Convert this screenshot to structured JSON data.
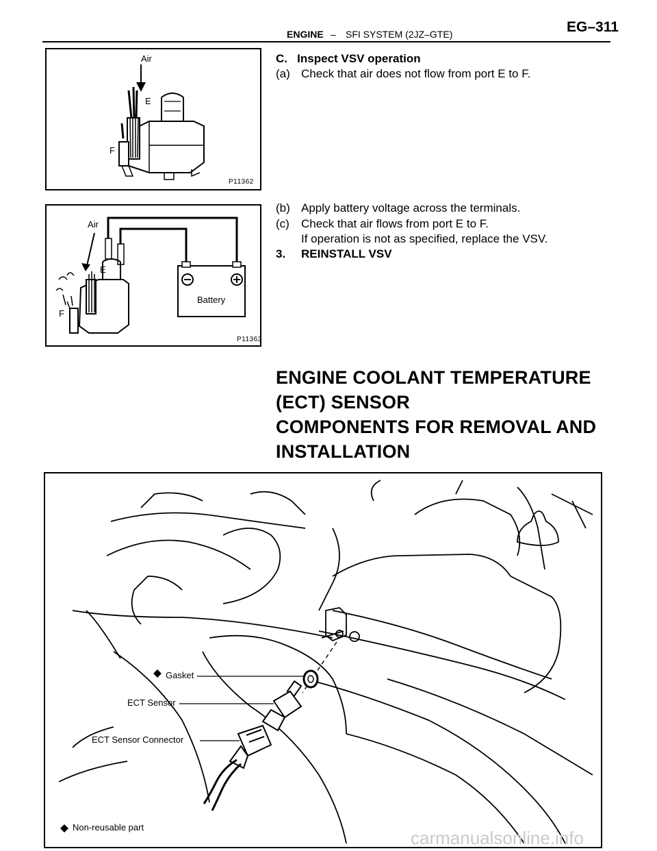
{
  "header": {
    "section": "ENGINE",
    "separator": "–",
    "subsection": "SFI SYSTEM (2JZ–GTE)",
    "page": "EG–311"
  },
  "figure1": {
    "code": "P11362",
    "labels": {
      "air": "Air",
      "port_e": "E",
      "port_f": "F"
    }
  },
  "figure2": {
    "code": "P11363",
    "labels": {
      "air": "Air",
      "port_e": "E",
      "port_f": "F",
      "battery": "Battery"
    }
  },
  "steps": {
    "c_heading": "C.   Inspect VSV operation",
    "a_num": "(a)",
    "a_text": "Check that air does not flow from port E to F.",
    "b_num": "(b)",
    "b_text": "Apply battery voltage across the terminals.",
    "c_num": "(c)",
    "c_text": "Check that air flows from port E to F.",
    "c_note": "If operation is not as specified, replace the VSV.",
    "step3_num": "3.",
    "step3_text": "REINSTALL VSV"
  },
  "section_title": {
    "line1": "ENGINE COOLANT TEMPERATURE",
    "line2": "(ECT) SENSOR",
    "line3": "COMPONENTS FOR REMOVAL AND",
    "line4": "INSTALLATION"
  },
  "figure3": {
    "callouts": {
      "gasket": "Gasket",
      "ect_sensor": "ECT Sensor",
      "ect_connector": "ECT Sensor Connector"
    },
    "legend": "Non-reusable part",
    "legend_symbol": "diamond"
  },
  "watermark": "carmanualsonline.info"
}
